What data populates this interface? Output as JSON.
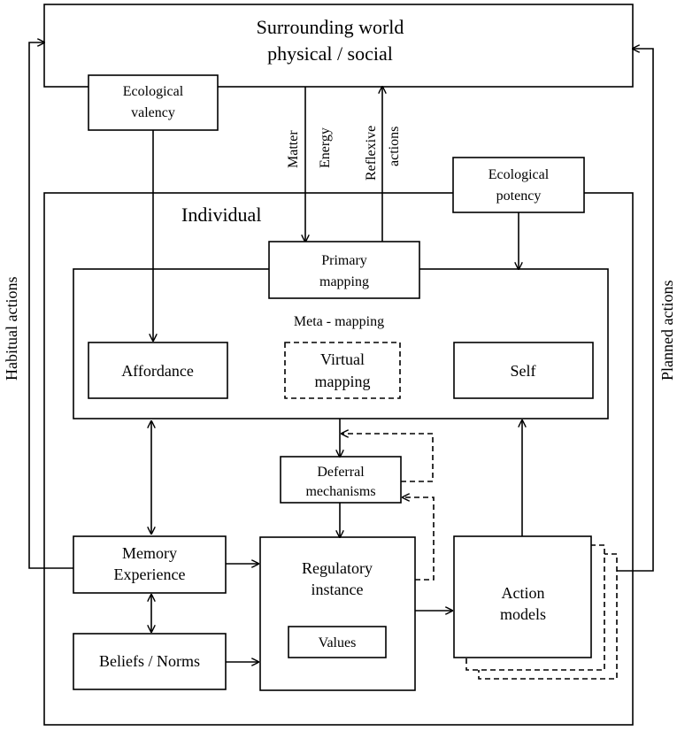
{
  "world": {
    "line1": "Surrounding world",
    "line2": "physical / social"
  },
  "ecological_valency": {
    "line1": "Ecological",
    "line2": "valency"
  },
  "ecological_potency": {
    "line1": "Ecological",
    "line2": "potency"
  },
  "individual": "Individual",
  "flows": {
    "matter": "Matter",
    "energy": "Energy",
    "reflexive": "Reflexive",
    "actions": "actions"
  },
  "side_labels": {
    "habitual": "Habitual actions",
    "planned": "Planned actions"
  },
  "primary_mapping": {
    "line1": "Primary",
    "line2": "mapping"
  },
  "meta_mapping": "Meta - mapping",
  "affordance": "Affordance",
  "virtual_mapping": {
    "line1": "Virtual",
    "line2": "mapping"
  },
  "self": "Self",
  "deferral": {
    "line1": "Deferral",
    "line2": "mechanisms"
  },
  "memory": {
    "line1": "Memory",
    "line2": "Experience"
  },
  "beliefs": "Beliefs / Norms",
  "regulatory": {
    "line1": "Regulatory",
    "line2": "instance"
  },
  "values": "Values",
  "action_models": {
    "line1": "Action",
    "line2": "models"
  }
}
